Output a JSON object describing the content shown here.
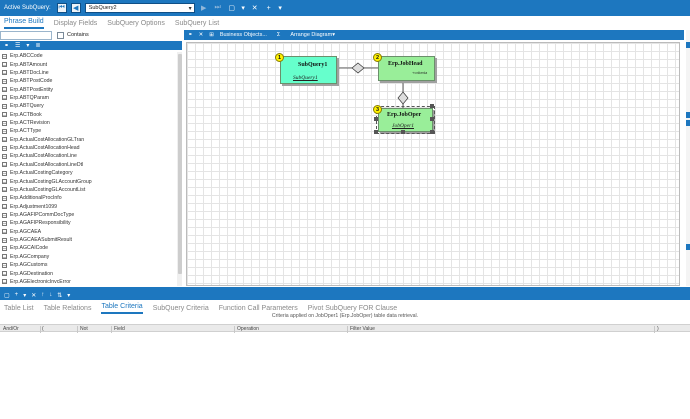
{
  "topbar": {
    "label": "Active SubQuery:",
    "subquery_value": "SubQuery2"
  },
  "left_tabs": [
    {
      "label": "Phrase Build",
      "active": true
    },
    {
      "label": "Display Fields",
      "active": false
    },
    {
      "label": "SubQuery Options",
      "active": false
    },
    {
      "label": "SubQuery List",
      "active": false
    }
  ],
  "search": {
    "placeholder": "",
    "contains_label": "Contains"
  },
  "tables": [
    "Erp.ABCCode",
    "Erp.ABTAmount",
    "Erp.ABTDocLine",
    "Erp.ABTPostCode",
    "Erp.ABTPostEntity",
    "Erp.ABTQParam",
    "Erp.ABTQuery",
    "Erp.ACTBook",
    "Erp.ACTRevision",
    "Erp.ACTType",
    "Erp.ActualCostAllocationGLTran",
    "Erp.ActualCostAllocationHead",
    "Erp.ActualCostAllocationLine",
    "Erp.ActualCostAllocationLineDtl",
    "Erp.ActualCostingCategory",
    "Erp.ActualCostingGLAccountGroup",
    "Erp.ActualCostingGLAccountList",
    "Erp.AdditionalProcInfo",
    "Erp.Adjustment1099",
    "Erp.AGAFIPCommDocType",
    "Erp.AGAFIPResponsibility",
    "Erp.AGCAEA",
    "Erp.AGCAEASubmitResult",
    "Erp.AGCAICode",
    "Erp.AGCompany",
    "Erp.AGCustoms",
    "Erp.AGDestination",
    "Erp.AGElectronicInvcError"
  ],
  "diagram_toolbar": {
    "business_objects": "Business Objects...",
    "sigma": "Σ",
    "arrange": "Arrange Diagram▾"
  },
  "diagram": {
    "nodes": [
      {
        "badge": "1",
        "title": "SubQuery1",
        "subtitle": "SubQuery1",
        "color": "#66ffcc"
      },
      {
        "badge": "2",
        "title": "Erp.JobHead",
        "subtitle": "+criteria",
        "color": "#99ee99"
      },
      {
        "badge": "3",
        "title": "Erp.JobOper",
        "subtitle": "JobOper1",
        "color": "#99ee99"
      }
    ]
  },
  "bottom_tabs": [
    {
      "label": "Table List",
      "active": false
    },
    {
      "label": "Table Relations",
      "active": false
    },
    {
      "label": "Table Criteria",
      "active": true
    },
    {
      "label": "SubQuery Criteria",
      "active": false
    },
    {
      "label": "Function Call Parameters",
      "active": false
    },
    {
      "label": "Pivot SubQuery FOR Clause",
      "active": false
    }
  ],
  "criteria_message": "Criteria applied on JobOper1 (Erp.JobOper) table data retrieval.",
  "criteria_columns": [
    "And/Or",
    "(",
    "Not",
    "Field",
    "Operation",
    "Filter Value",
    ")"
  ],
  "colors": {
    "accent": "#1d77bf",
    "subquery_node": "#66ffcc",
    "table_node": "#99ee99",
    "badge": "#fff200"
  }
}
